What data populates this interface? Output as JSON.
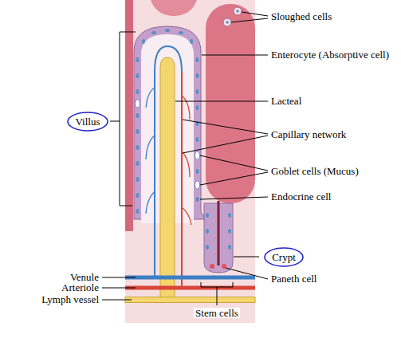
{
  "diagram": {
    "nodes": [
      {
        "text": [
          "Villus"
        ]
      },
      {
        "text": [
          "Crypt"
        ]
      }
    ],
    "labels": [
      "Sloughed cells",
      "Enterocyte (Absorptive cell)",
      "Lacteal",
      "Capillary network",
      "Goblet cells (Mucus)",
      "Endocrine cell",
      "Paneth cell",
      "Venule",
      "Arteriole",
      "Lymph vessel",
      "Stem cells"
    ]
  }
}
